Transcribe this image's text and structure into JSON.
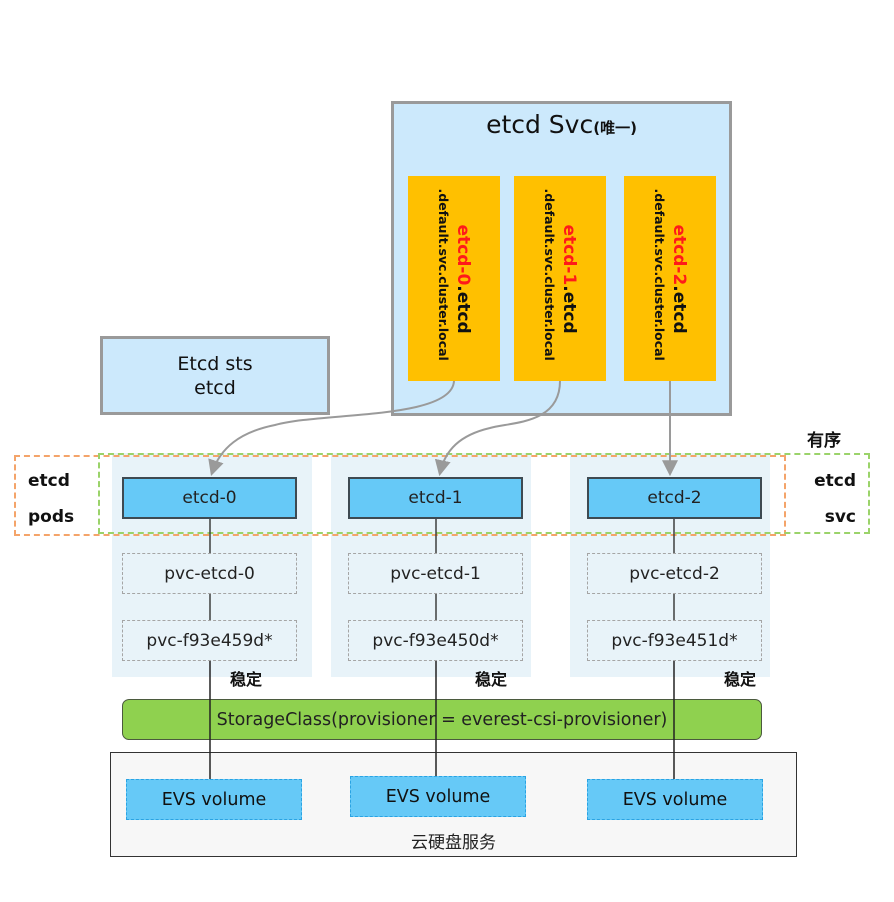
{
  "svc": {
    "title": "etcd Svc",
    "title_suffix": "(唯一)",
    "dns_entries": [
      {
        "pod": "etcd-0",
        "svc": ".etcd",
        "domain": ".default.svc.cluster.local"
      },
      {
        "pod": "etcd-1",
        "svc": ".etcd",
        "domain": ".default.svc.cluster.local"
      },
      {
        "pod": "etcd-2",
        "svc": ".etcd",
        "domain": ".default.svc.cluster.local"
      }
    ]
  },
  "sts": {
    "line1": "Etcd sts",
    "line2": "etcd"
  },
  "labels": {
    "pods_line1": "etcd",
    "pods_line2": "pods",
    "svc_line1": "etcd",
    "svc_line2": "svc",
    "ordered": "有序",
    "stable": "稳定"
  },
  "pods": [
    {
      "name": "etcd-0",
      "pvc": "pvc-etcd-0",
      "pv": "pvc-f93e459d*"
    },
    {
      "name": "etcd-1",
      "pvc": "pvc-etcd-1",
      "pv": "pvc-f93e450d*"
    },
    {
      "name": "etcd-2",
      "pvc": "pvc-etcd-2",
      "pv": "pvc-f93e451d*"
    }
  ],
  "storage_class": "StorageClass(provisioner = everest-csi-provisioner)",
  "cloud_disk": {
    "label": "云硬盘服务",
    "volumes": [
      "EVS volume",
      "EVS volume",
      "EVS volume"
    ]
  },
  "colors": {
    "svc_bg": "#cce9fc",
    "dns_box": "#ffc000",
    "pod_highlight": "#ff1a1a",
    "pod_box": "#66c9f7",
    "storage_class": "#8fd14f",
    "ordered_frame": "#f4a46a",
    "svc_frame": "#9bd36a"
  }
}
